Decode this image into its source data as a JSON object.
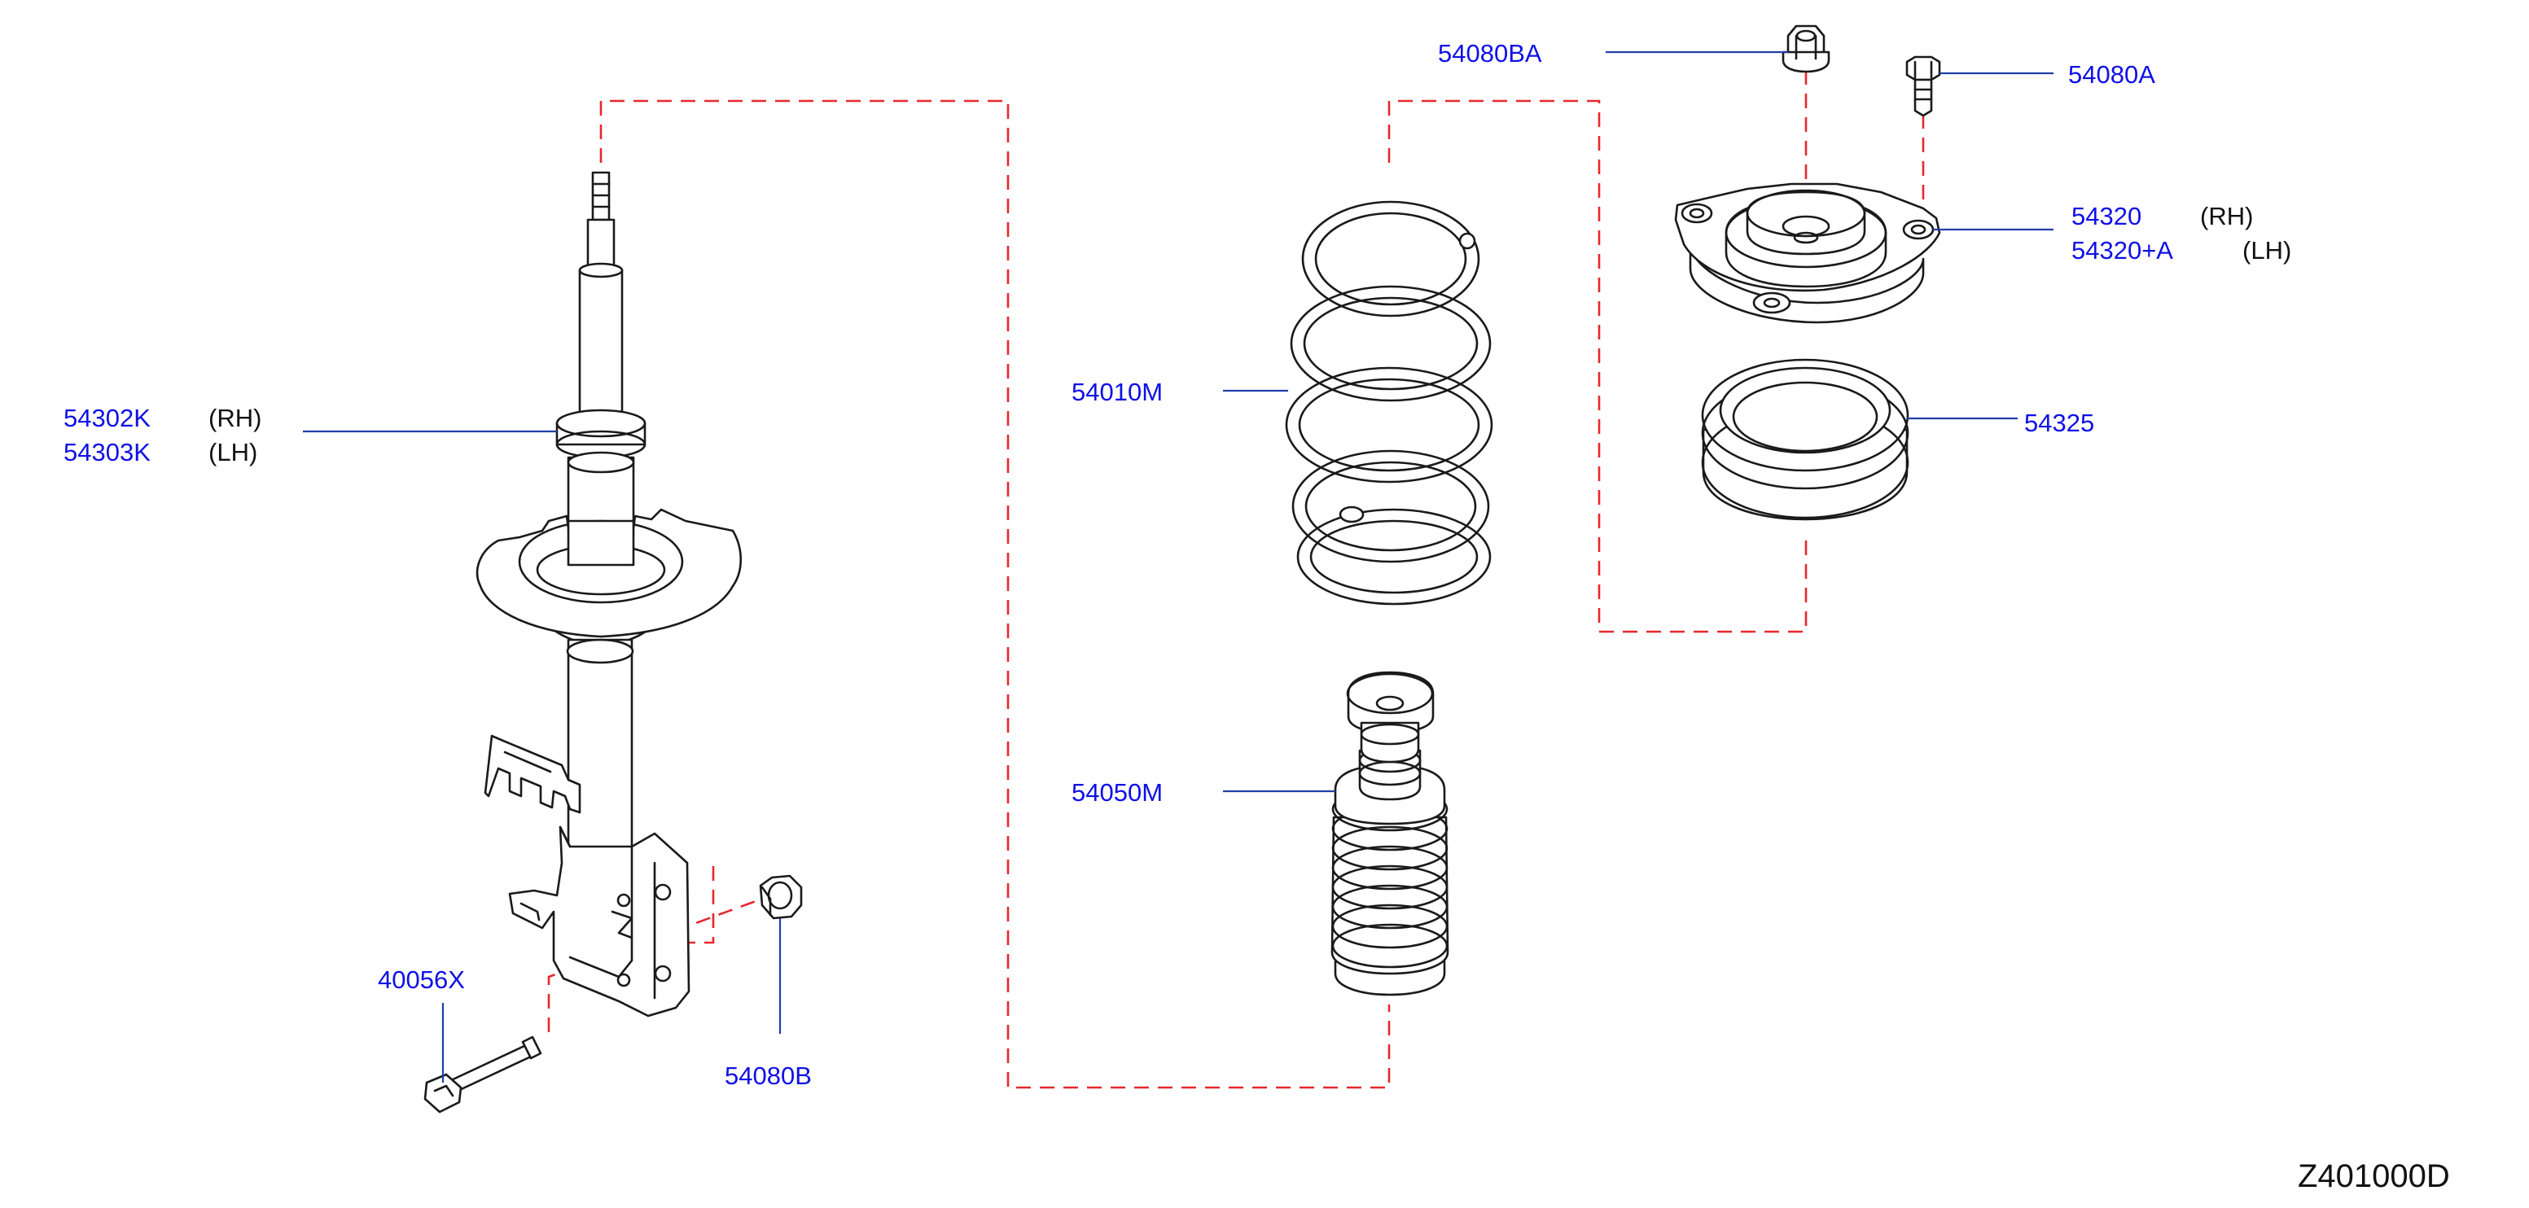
{
  "diagram": {
    "reference_code": "Z401000D",
    "colors": {
      "part_number": "#1010e6",
      "leader_line": "#1f3fa8",
      "assembly_guide": "#e8282c",
      "outline": "#1a1a1a",
      "side_text": "#111111"
    },
    "callouts": {
      "strut": {
        "rh_number": "54302K",
        "rh_side": "(RH)",
        "lh_number": "54303K",
        "lh_side": "(LH)"
      },
      "bolt": {
        "number": "40056X"
      },
      "knuckle_nut": {
        "number": "54080B"
      },
      "spring": {
        "number": "54010M"
      },
      "bound_bumper": {
        "number": "54050M"
      },
      "top_nut": {
        "number": "54080BA"
      },
      "mount_bolt": {
        "number": "54080A"
      },
      "mount_insulator": {
        "rh_number": "54320",
        "rh_side": "(RH)",
        "lh_number": "54320+A",
        "lh_side": "(LH)"
      },
      "bearing": {
        "number": "54325"
      }
    }
  }
}
